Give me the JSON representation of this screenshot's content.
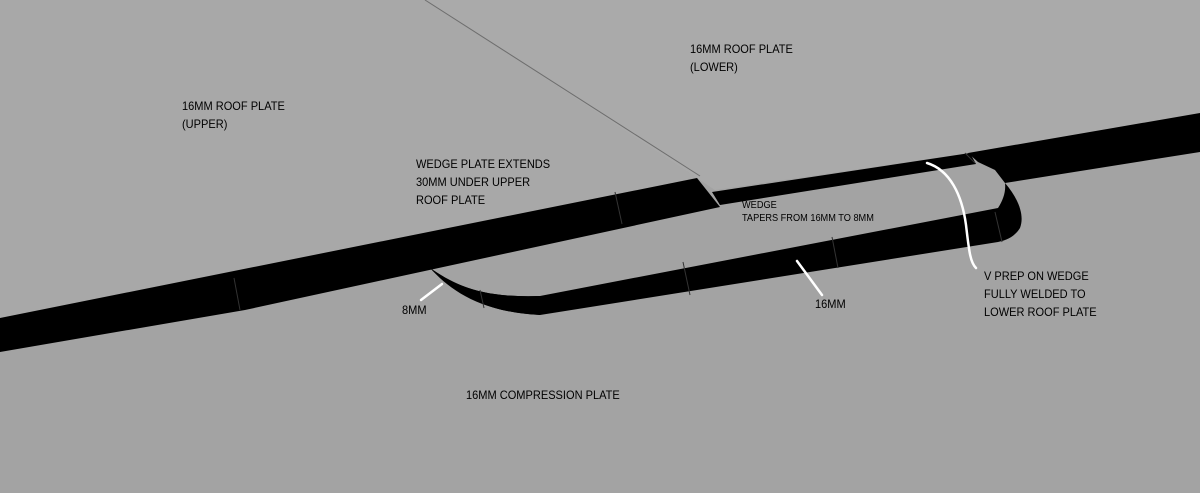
{
  "labels": {
    "upper_plate": [
      "16MM ROOF PLATE",
      "(UPPER)"
    ],
    "lower_plate": [
      "16MM ROOF PLATE",
      "(LOWER)"
    ],
    "wedge_extends": [
      "WEDGE PLATE EXTENDS",
      "30MM UNDER UPPER",
      "ROOF PLATE"
    ],
    "wedge_taper": [
      "WEDGE",
      "TAPERS FROM 16MM TO 8MM"
    ],
    "thin_dim": "8MM",
    "thick_dim": "16MM",
    "v_prep": [
      "V PREP ON WEDGE",
      "FULLY WELDED TO",
      "LOWER ROOF PLATE"
    ],
    "compression_plate": "16MM COMPRESSION PLATE"
  },
  "colors": {
    "plate_section": "#000000",
    "background_upper": "#a9a9a9",
    "background_lower": "#a0a0a0",
    "leader": "#ffffff"
  }
}
